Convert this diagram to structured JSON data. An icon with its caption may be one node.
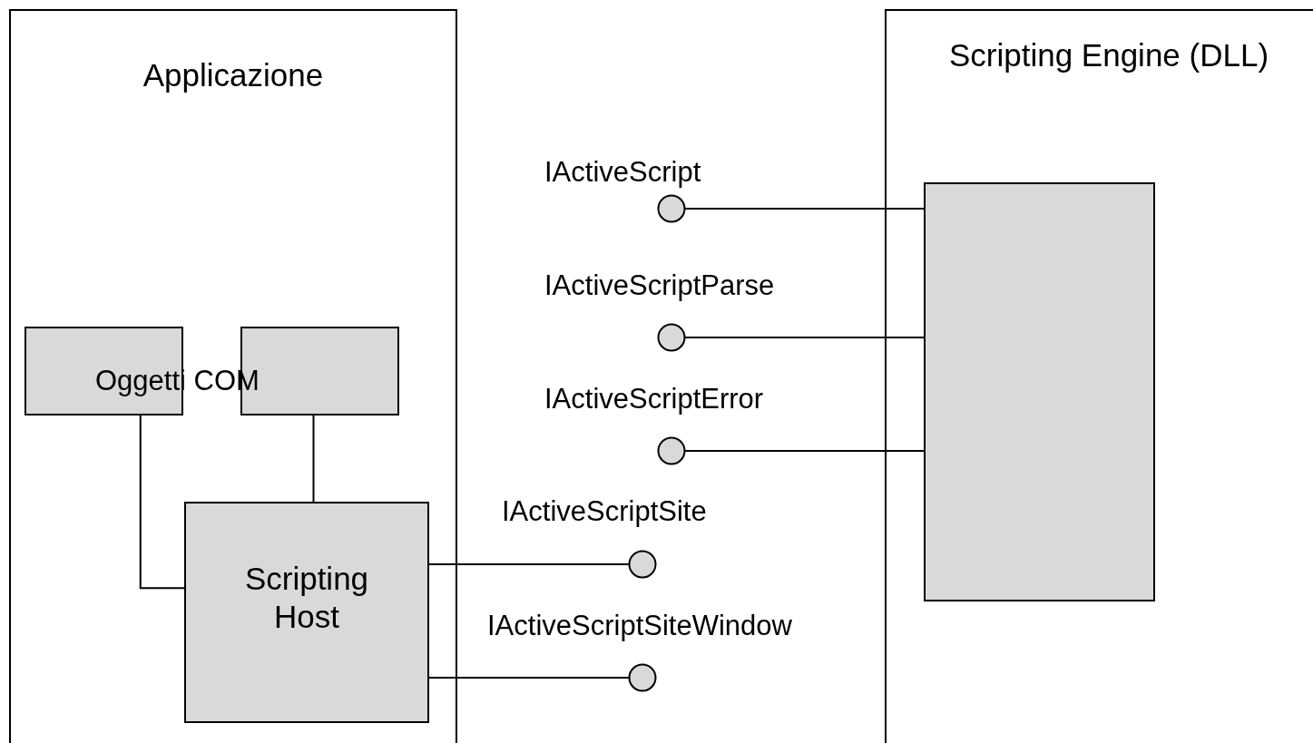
{
  "diagram": {
    "nodes": [
      {
        "text": [
          "Applicazione"
        ]
      },
      {
        "text": [],
        "shape": "box",
        "in": 0
      },
      {
        "text": [],
        "shape": "box",
        "in": 0
      },
      {
        "text": [
          "Scripting Host"
        ],
        "in": 0
      },
      {
        "text": [
          "Scripting Engine (DLL)"
        ]
      },
      {
        "text": [],
        "shape": "box",
        "in": 4
      },
      {
        "text": [
          "IActiveScript"
        ]
      },
      {
        "text": [
          "IActiveScriptParse"
        ]
      },
      {
        "text": [
          "IActiveScriptError"
        ]
      },
      {
        "text": [
          "IActiveScriptSite"
        ]
      },
      {
        "text": [
          "IActiveScriptSiteWindow"
        ]
      }
    ],
    "edges": [
      {
        "from": 1,
        "to": 3,
        "arrow": "none"
      },
      {
        "from": 2,
        "to": 3,
        "arrow": "none"
      },
      {
        "from": 6,
        "to": 5,
        "arrow": "none"
      },
      {
        "from": 7,
        "to": 5,
        "arrow": "none"
      },
      {
        "from": 8,
        "to": 5,
        "arrow": "none"
      },
      {
        "from": 3,
        "to": 9,
        "arrow": "none"
      },
      {
        "from": 3,
        "to": 10,
        "arrow": "none"
      }
    ],
    "labels": [
      "Oggetti COM"
    ]
  }
}
